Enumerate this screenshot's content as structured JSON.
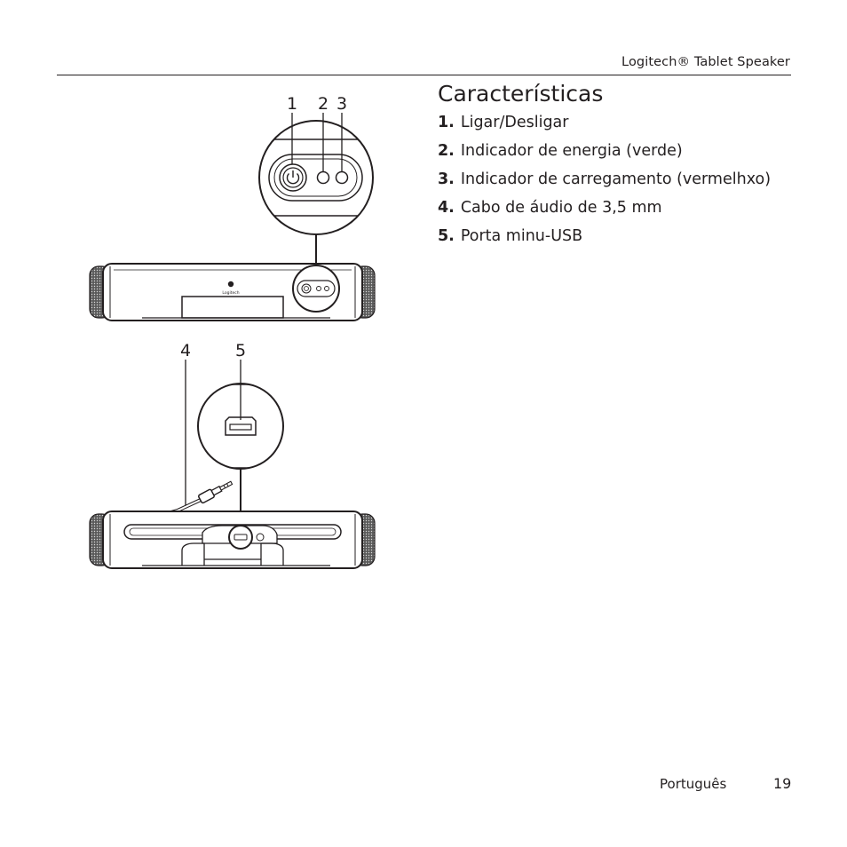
{
  "header": {
    "title": "Logitech® Tablet Speaker"
  },
  "section": {
    "title": "Características"
  },
  "features": [
    {
      "num": "1.",
      "label": "Ligar/Desligar"
    },
    {
      "num": "2.",
      "label": "Indicador de energia (verde)"
    },
    {
      "num": "3.",
      "label": "Indicador de carregamento (vermelhxo)"
    },
    {
      "num": "4.",
      "label": "Cabo de áudio de 3,5 mm"
    },
    {
      "num": "5.",
      "label": "Porta minu-USB"
    }
  ],
  "figure": {
    "callouts": [
      "1",
      "2",
      "3",
      "4",
      "5"
    ],
    "logo_text": "Logitech"
  },
  "footer": {
    "language": "Português",
    "page": "19"
  }
}
